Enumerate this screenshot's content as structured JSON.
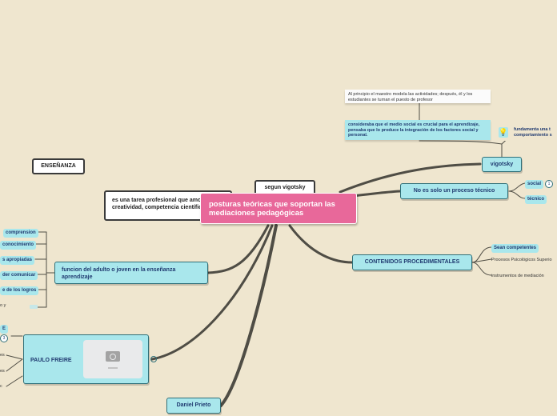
{
  "central": {
    "title": "posturas teóricas que soportan las mediaciones pedagógicas"
  },
  "nodes": {
    "ensenanza": "ENSEÑANZA",
    "tarea_profesional": "es una tarea profesional que amorosidad, creatividad, competencia científica y hum",
    "segun_vigotsky": "segun vigotsky",
    "vigotsky": "vigotsky",
    "proceso_tecnico": "No es solo un proceso técnico",
    "social": "social",
    "social_badge": "1",
    "tecnico": "técnico",
    "contenidos": "CONTENIDOS PROCEDIMENTALES",
    "sean_competentes": "Sean competentes",
    "procesos_psicologicos": "Procesos Psicológicos Superio",
    "instrumentos": "instrumentos de mediación",
    "funcion_adulto": "funcion del adulto o joven en la enseñanza aprendizaje",
    "comprension": "comprension",
    "conocimiento": "conocimiento",
    "apropiadas": "s apropiadas",
    "comunicar": "der comunicar",
    "logros": "e de los logros",
    "item_y": "o y",
    "paulo_freire": "PAULO FREIRE",
    "e_label": "E",
    "badge_3": "3",
    "left_es": "es",
    "left_es2": "es",
    "left_c": "c",
    "daniel_prieto": "Daniel Prieto"
  },
  "notes": {
    "al_principio": "Al principio el maestro modela las actividades; después, él y los estudiantes se turnan el puesto de profesor",
    "consideraba": "consideraba que el medio social es crucial para el aprendizaje, pensaba que lo produce la integración de los factores social y personal.",
    "fundamenta": "fundamenta una t comportamiento s"
  },
  "icons": {
    "lightbulb": "lightbulb-icon",
    "camera": "camera-icon"
  },
  "colors": {
    "background": "#efe6cf",
    "central": "#e8689a",
    "node_fill": "#a9e7ec",
    "node_border": "#2f6f78",
    "link": "#4a4a42"
  }
}
